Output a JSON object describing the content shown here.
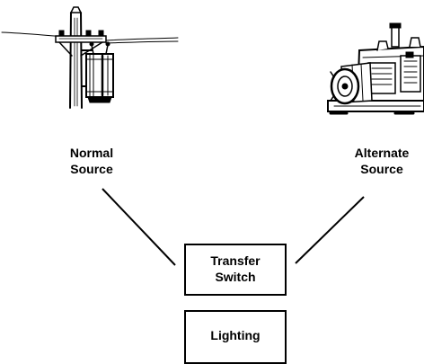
{
  "diagram": {
    "normal_source": {
      "line1": "Normal",
      "line2": "Source",
      "icon": "utility-pole-transformer-icon"
    },
    "alternate_source": {
      "line1": "Alternate",
      "line2": "Source",
      "icon": "generator-icon"
    },
    "transfer_switch": {
      "line1": "Transfer",
      "line2": "Switch"
    },
    "lighting": {
      "label": "Lighting"
    }
  }
}
